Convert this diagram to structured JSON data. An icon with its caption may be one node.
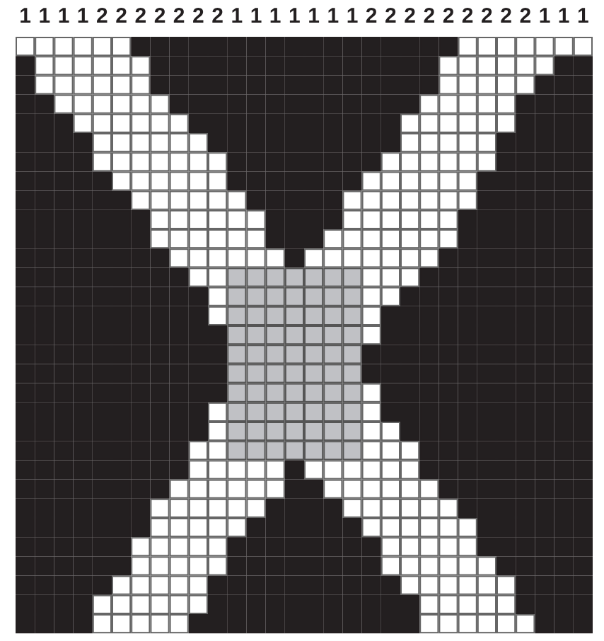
{
  "diagram": {
    "labels": [
      "1",
      "1",
      "1",
      "1",
      "2",
      "2",
      "2",
      "2",
      "2",
      "2",
      "2",
      "1",
      "1",
      "1",
      "1",
      "1",
      "1",
      "1",
      "2",
      "2",
      "2",
      "2",
      "2",
      "2",
      "2",
      "2",
      "2",
      "1",
      "1",
      "1"
    ]
  }
}
